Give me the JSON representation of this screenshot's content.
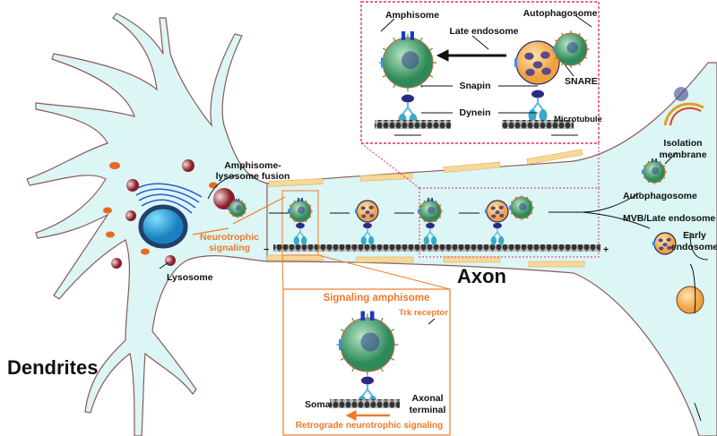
{
  "colors": {
    "cytoplasm": "#dcf5f5",
    "membrane": "#8b5a5a",
    "inset_top": "#e0306a",
    "inset_bottom": "#f07a2a",
    "orange_text": "#f07a2a",
    "amphisome": "#3c9a66",
    "late_endosome": "#f5b060",
    "lysosome": "#9a2a32"
  },
  "labels": {
    "dendrites": "Dendrites",
    "axon": "Axon",
    "lysosome": "Lysosome",
    "amphisome_lysosome_fusion_1": "Amphisome-",
    "amphisome_lysosome_fusion_2": "lysosome fusion",
    "neurotrophic_1": "Neurotrophic",
    "neurotrophic_2": "signaling",
    "isolation_1": "Isolation",
    "isolation_2": "membrane",
    "autophagosome": "Autophagosome",
    "mvb": "MVB/Late endosome",
    "early_1": "Early",
    "early_2": "endosome",
    "minus": "−",
    "plus": "+"
  },
  "inset_top": {
    "amphisome": "Amphisome",
    "autophagosome": "Autophagosome",
    "late_endosome": "Late endosome",
    "snare": "SNARE",
    "snapin": "Snapin",
    "dynein": "Dynein",
    "microtubule": "Microtubule"
  },
  "inset_bottom": {
    "title": "Signaling amphisome",
    "trk": "Trk receptor",
    "soma": "Soma",
    "axonal_1": "Axonal",
    "axonal_2": "terminal",
    "retrograde": "Retrograde neurotrophic signaling"
  }
}
